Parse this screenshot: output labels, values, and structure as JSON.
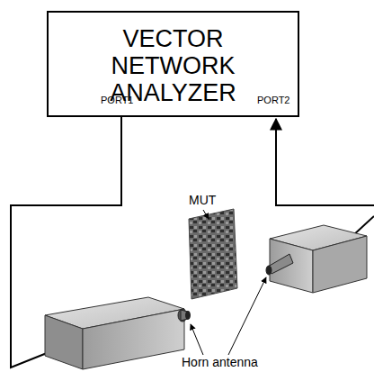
{
  "diagram": {
    "nodes": [
      {
        "text": [
          "VECTOR NETWORK ANALYZER",
          "PORT1",
          "PORT2"
        ]
      }
    ],
    "labels": [
      "MUT",
      "Horn antenna"
    ]
  }
}
